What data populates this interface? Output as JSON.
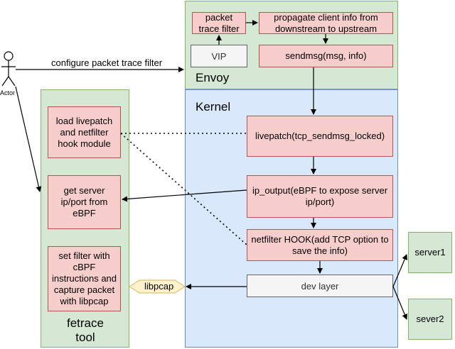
{
  "envoy": {
    "title": "Envoy",
    "packet_filter": "packet trace filter",
    "propagate": "propagate client info from downstream to upstream",
    "vip": "VIP",
    "sendmsg": "sendmsg(msg, info)"
  },
  "kernel": {
    "title": "Kernel",
    "livepatch": "livepatch(tcp_sendmsg_locked)",
    "ip_output": "ip_output(eBPF to expose server ip/port)",
    "netfilter": "netfilter HOOK(add TCP option to save the info)",
    "dev_layer": "dev layer"
  },
  "fetrace": {
    "title": "fetrace tool",
    "load": "load livepatch and netfilter hook module",
    "get_server": "get server ip/port from eBPF",
    "set_filter": "set filter with cBPF instructions and capture packet with libpcap"
  },
  "actor": {
    "label": "Actor"
  },
  "edge_labels": {
    "configure": "configure packet trace filter",
    "libpcap": "libpcap"
  },
  "servers": {
    "server1": "server1",
    "server2": "sever2"
  }
}
